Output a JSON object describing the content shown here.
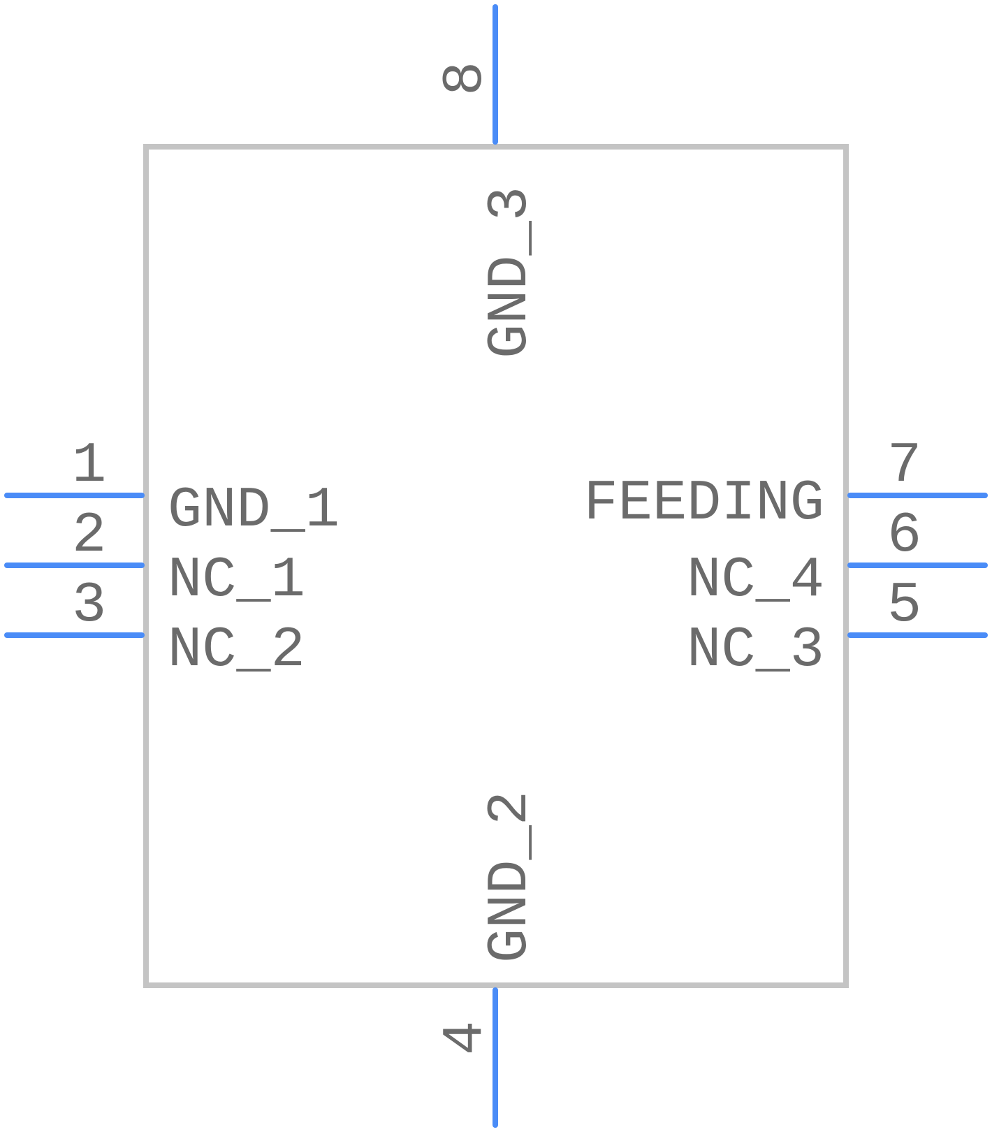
{
  "colors": {
    "pin": "#4a8cf7",
    "body_outline": "#c4c4c4",
    "text": "#6b6b6b",
    "background": "#ffffff"
  },
  "pins": [
    {
      "number": "1",
      "name": "GND_1",
      "side": "left"
    },
    {
      "number": "2",
      "name": "NC_1",
      "side": "left"
    },
    {
      "number": "3",
      "name": "NC_2",
      "side": "left"
    },
    {
      "number": "4",
      "name": "GND_2",
      "side": "bottom"
    },
    {
      "number": "5",
      "name": "NC_3",
      "side": "right"
    },
    {
      "number": "6",
      "name": "NC_4",
      "side": "right"
    },
    {
      "number": "7",
      "name": "FEEDING",
      "side": "right"
    },
    {
      "number": "8",
      "name": "GND_3",
      "side": "top"
    }
  ]
}
